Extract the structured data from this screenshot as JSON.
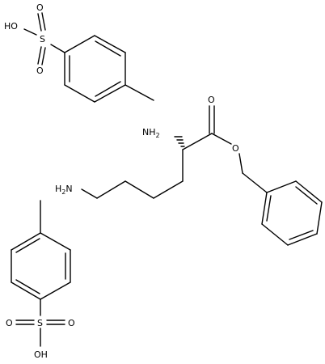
{
  "molecule": {
    "labels": {
      "ho_top": "HO",
      "s_top": "S",
      "o_top_up": "O",
      "o_top_down": "O",
      "nh2_alpha": "NH",
      "nh2_alpha_sub": "2",
      "o_carbonyl": "O",
      "o_ester": "O",
      "h2n_chain": "H",
      "h2n_chain_sub": "2",
      "h2n_chain_n": "N",
      "s_bottom": "S",
      "o_bottom_left": "O",
      "o_bottom_right": "O",
      "oh_bottom": "OH"
    }
  }
}
